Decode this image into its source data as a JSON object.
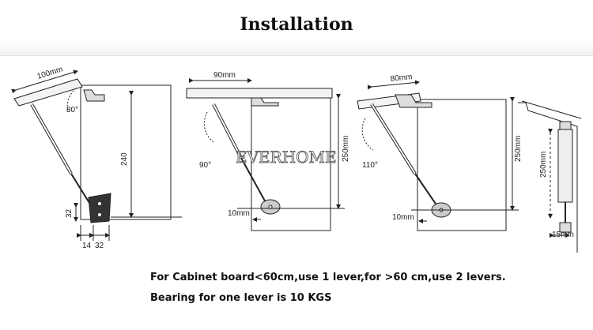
{
  "title": "Installation",
  "watermark": "EVERHOME",
  "figures": {
    "fig1": {
      "width": "100mm",
      "angle": "80°",
      "height": "240",
      "left_dim": "32",
      "bottom_dims": [
        "14",
        "32"
      ]
    },
    "fig2": {
      "width": "90mm",
      "angle": "90°",
      "height": "250mm",
      "offset": "10mm"
    },
    "fig3": {
      "width": "80mm",
      "angle": "110°",
      "height": "250mm",
      "offset": "10mm"
    },
    "fig4": {
      "height": "250mm",
      "offset": "15mm"
    }
  },
  "notes": [
    "For Cabinet board<60cm,use 1 lever,for >60 cm,use 2 levers.",
    "Bearing for one lever is 10 KGS"
  ]
}
